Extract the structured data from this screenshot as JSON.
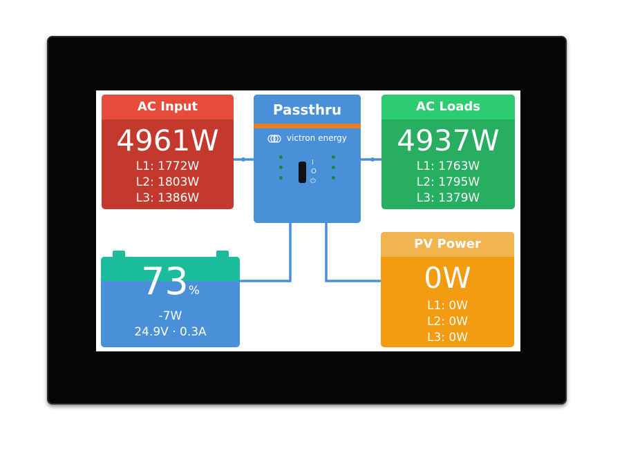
{
  "ac_input": {
    "title": "AC Input",
    "power": "4961W",
    "l1": "L1: 1772W",
    "l2": "L2: 1803W",
    "l3": "L3: 1386W"
  },
  "inverter": {
    "title": "Passthru",
    "brand": "victron energy",
    "logo_icon": "victron-logo-icon",
    "switch_on": "I",
    "switch_standby": "O",
    "power_symbol": "⏻"
  },
  "ac_loads": {
    "title": "AC Loads",
    "power": "4937W",
    "l1": "L1: 1763W",
    "l2": "L2: 1795W",
    "l3": "L3: 1379W"
  },
  "battery": {
    "percent": "73",
    "unit": "%",
    "power": "-7W",
    "voltage_current": "24.9V · 0.3A"
  },
  "pv": {
    "title": "PV Power",
    "power": "0W",
    "l1": "L1: 0W",
    "l2": "L2: 0W",
    "l3": "L3: 0W"
  },
  "colors": {
    "ac_input": "#c4392e",
    "ac_input_header": "#e74b3c",
    "ac_loads": "#27ae60",
    "ac_loads_header": "#2ecc71",
    "pv": "#f39c12",
    "pv_header": "#f1b44f",
    "inverter": "#4a90d9",
    "inverter_stripe": "#e67e22",
    "battery": "#4a90d9",
    "battery_level": "#1abc9c",
    "wire": "#4a90d9"
  }
}
